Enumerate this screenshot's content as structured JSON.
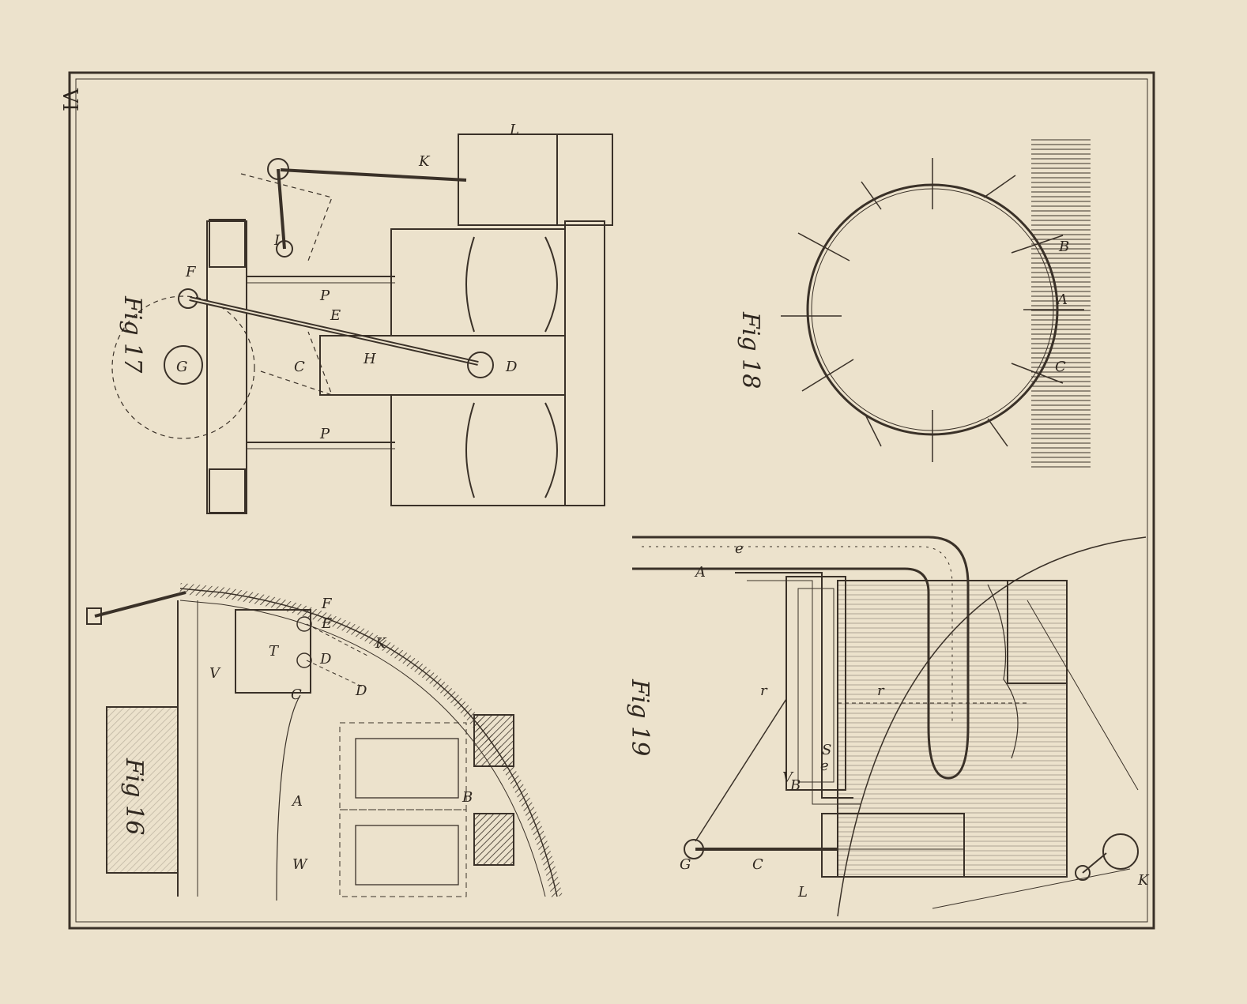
{
  "plate_number": "VI",
  "figures": {
    "fig16": {
      "title": "Fig 16",
      "labels": {
        "T": "T",
        "V": "V",
        "C": "C",
        "D": "D",
        "E": "E",
        "D2": "D",
        "K": "K",
        "A": "A",
        "B": "B",
        "W": "W",
        "F": "F"
      }
    },
    "fig17": {
      "title": "Fig 17",
      "labels": {
        "G": "G",
        "C": "C",
        "H": "H",
        "D": "D",
        "E": "E",
        "P1": "P",
        "P2": "P",
        "I": "I",
        "K": "K",
        "L": "L",
        "F": "F"
      }
    },
    "fig18": {
      "title": "Fig 18",
      "labels": {
        "A": "A",
        "B": "B",
        "C": "C"
      }
    },
    "fig19": {
      "title": "Fig 19",
      "labels": {
        "A": "A",
        "B": "B",
        "C": "C",
        "V": "V",
        "S": "S",
        "e": "e",
        "r1": "r",
        "r2": "r",
        "L": "L",
        "K": "K",
        "G": "G",
        "d": "e"
      }
    }
  },
  "colors": {
    "paper": "#ece2cc",
    "ink": "#3a3128"
  }
}
